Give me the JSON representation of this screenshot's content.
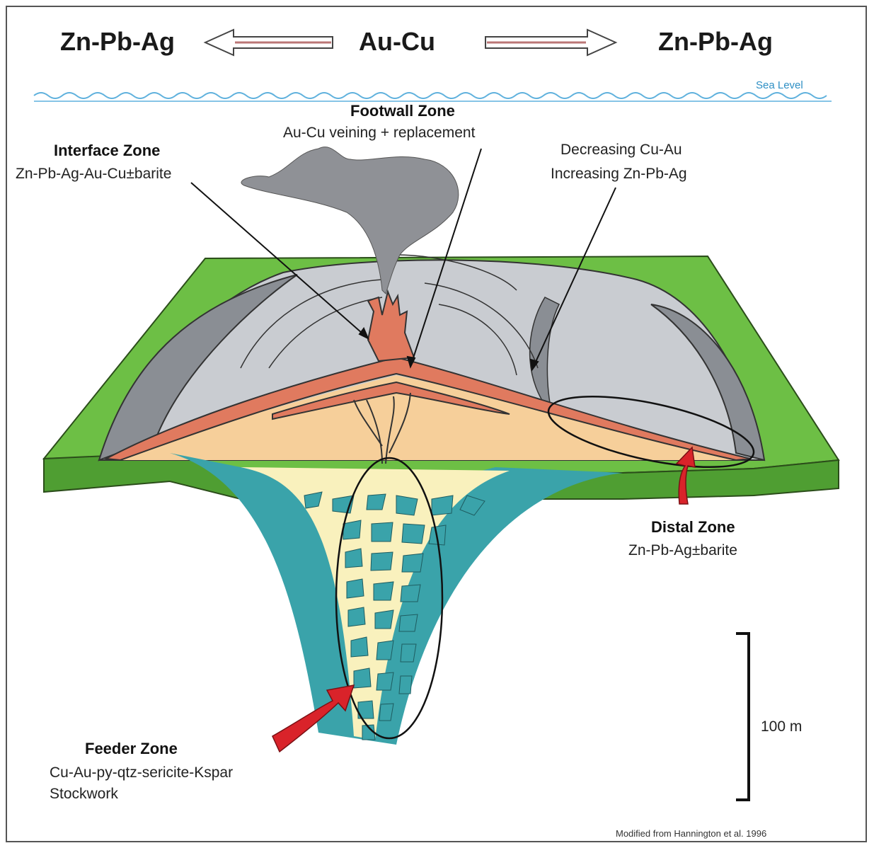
{
  "header": {
    "left_label": "Zn-Pb-Ag",
    "center_label": "Au-Cu",
    "right_label": "Zn-Pb-Ag"
  },
  "sea_level_label": "Sea Level",
  "zones": {
    "footwall": {
      "title": "Footwall Zone",
      "desc": "Au-Cu veining + replacement"
    },
    "interface": {
      "title": "Interface Zone",
      "desc": "Zn-Pb-Ag-Au-Cu±barite"
    },
    "trend": {
      "line1": "Decreasing Cu-Au",
      "line2": "Increasing Zn-Pb-Ag"
    },
    "distal": {
      "title": "Distal Zone",
      "desc": "Zn-Pb-Ag±barite"
    },
    "feeder": {
      "title": "Feeder Zone",
      "desc1": "Cu-Au-py-qtz-sericite-Kspar",
      "desc2": "Stockwork"
    }
  },
  "scale_bar_label": "100 m",
  "credit": "Modified from Hannington et al. 1996",
  "colors": {
    "green_surface": "#6dbf45",
    "gray_mound": "#c9ccd1",
    "red_sulfide": "#e07a5f",
    "tan_footwall": "#f6cf9a",
    "teal_feeder": "#3aa3aa",
    "pale_yellow": "#f9f1bd",
    "arrow_red": "#d9232a",
    "water_blue": "#5fb1dd"
  }
}
